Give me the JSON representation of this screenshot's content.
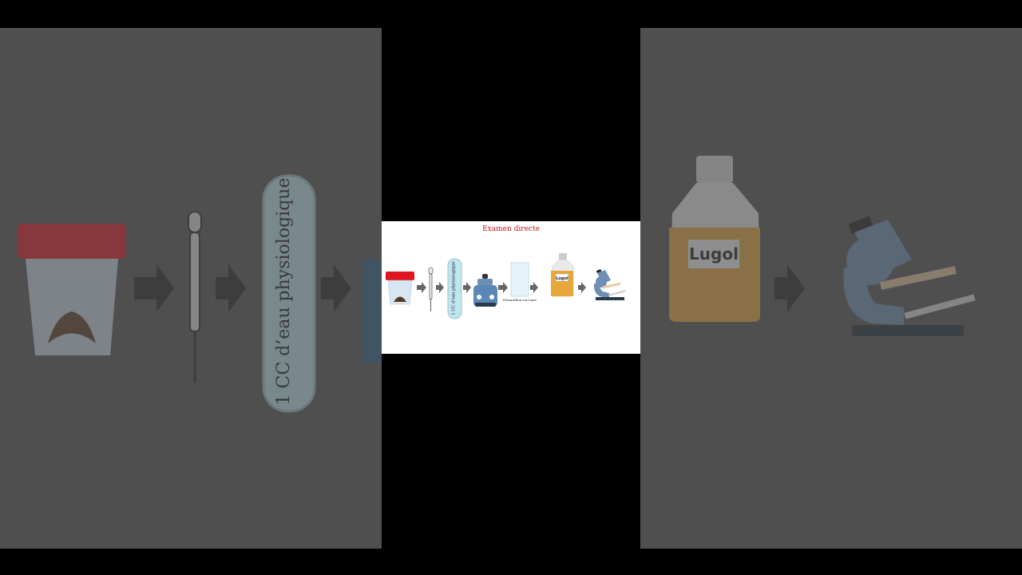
{
  "video": {
    "layout": "vertical video letterboxed with blurred, dimmed side backgrounds"
  },
  "diagram": {
    "title": "Examen directe",
    "title_color": "#c0141e",
    "tube_label": "1 CC d’eau physiologique",
    "slide_caption": "Echantillon sur lame",
    "bottle_label": "Lugol",
    "steps": [
      {
        "name": "stool-sample-container-icon"
      },
      {
        "name": "arrow-icon"
      },
      {
        "name": "pipette-icon"
      },
      {
        "name": "arrow-icon"
      },
      {
        "name": "test-tube-icon"
      },
      {
        "name": "arrow-icon"
      },
      {
        "name": "vortex-mixer-icon"
      },
      {
        "name": "arrow-icon"
      },
      {
        "name": "glass-slide-icon"
      },
      {
        "name": "arrow-icon"
      },
      {
        "name": "lugol-bottle-icon"
      },
      {
        "name": "arrow-icon"
      },
      {
        "name": "microscope-icon"
      }
    ]
  },
  "colors": {
    "background": "#000000",
    "side_panel": "#4f4f4f",
    "cap_red": "#e0141e",
    "lugol_fill": "#e8a73a",
    "microscope_blue": "#6d8fb3"
  }
}
